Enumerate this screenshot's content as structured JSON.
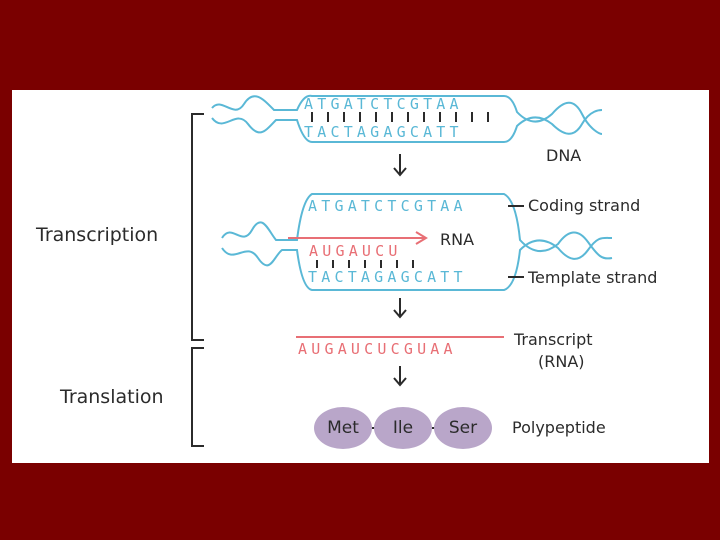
{
  "labels": {
    "transcription": "Transcription",
    "translation": "Translation",
    "dna": "DNA",
    "coding_strand": "Coding strand",
    "rna": "RNA",
    "template_strand": "Template strand",
    "transcript": "Transcript",
    "transcript_rna": "(RNA)",
    "polypeptide": "Polypeptide"
  },
  "sequences": {
    "dna_top": "ATGATCTCGTAA",
    "dna_bottom": "TACTAGAGCATT",
    "coding": "ATGATCTCGTAA",
    "rna_partial": "AUGAUCU",
    "template": "TACTAGAGCATT",
    "transcript": "AUGAUCUCGUAA"
  },
  "amino_acids": [
    "Met",
    "Ile",
    "Ser"
  ],
  "colors": {
    "background": "#7a0000",
    "panel": "#ffffff",
    "dna_strand": "#5ab8d6",
    "rna_strand": "#e86f75",
    "amino_acid": "#b9a6c9",
    "text": "#2b2b2b"
  },
  "icons": [
    "down-arrow-icon",
    "right-arrow-icon"
  ]
}
